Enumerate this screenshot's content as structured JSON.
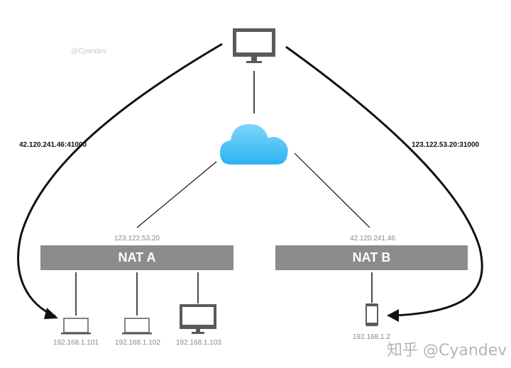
{
  "watermark_top": "@Cyandev",
  "watermark_bottom": "知乎 @Cyandev",
  "server": {
    "icon": "desktop-monitor-icon"
  },
  "cloud": {
    "icon": "cloud-icon",
    "color": "#4fc3f7"
  },
  "arrows": {
    "left_label": "42.120.241.46:41000",
    "right_label": "123.122.53.20:31000"
  },
  "nat_a": {
    "label": "NAT A",
    "public_ip": "123.122.53.20"
  },
  "nat_b": {
    "label": "NAT B",
    "public_ip": "42.120.241.46"
  },
  "devices_a": [
    {
      "type": "laptop",
      "icon": "laptop-icon",
      "ip": "192.168.1.101"
    },
    {
      "type": "laptop",
      "icon": "laptop-icon",
      "ip": "192.168.1.102"
    },
    {
      "type": "desktop",
      "icon": "desktop-monitor-icon",
      "ip": "192.168.1.103"
    }
  ],
  "devices_b": [
    {
      "type": "phone",
      "icon": "smartphone-icon",
      "ip": "192.168.1.2"
    }
  ],
  "colors": {
    "nat_fill": "#8c8c8c",
    "device_gray": "#5a5a5a",
    "line": "#111111"
  }
}
